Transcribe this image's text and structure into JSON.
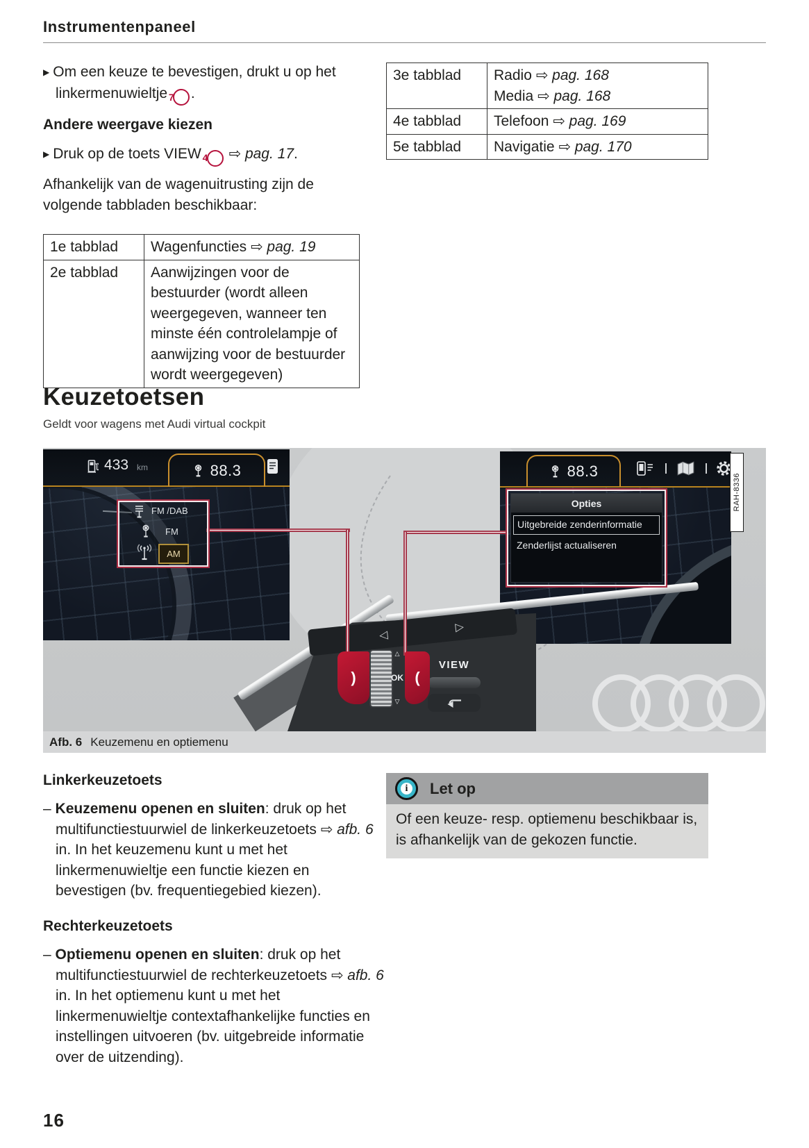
{
  "page": {
    "header_title": "Instrumentenpaneel",
    "page_number": "16"
  },
  "markers": {
    "bullet": "▶",
    "dash": "–"
  },
  "content": {
    "bullet1": {
      "pre": "Om een keuze te bevestigen, drukt u op het linkermenuwieltje ",
      "ref": "7",
      "post": "."
    },
    "heading_view": "Andere weergave kiezen",
    "bullet2": {
      "pre": "Druk op de toets VIEW ",
      "ref": "4",
      "link": "⇨ pag. 17",
      "post": "."
    },
    "para": "Afhankelijk van de wagenuitrusting zijn de volgende tabbladen beschikbaar:",
    "table_left": {
      "rows": [
        {
          "label": "1e tabblad",
          "text": "Wagenfuncties ",
          "link": "⇨ pag. 19"
        },
        {
          "label": "2e tabblad",
          "text": "Aanwijzingen voor de bestuurder (wordt alleen weergegeven, wanneer ten minste één controlelampje of aanwijzing voor de bestuurder wordt weergegeven)"
        }
      ]
    },
    "table_right": {
      "rows": [
        {
          "label": "3e tabblad",
          "lines": [
            {
              "text": "Radio ",
              "link": "⇨ pag. 168"
            },
            {
              "text": "Media ",
              "link": "⇨ pag. 168"
            }
          ]
        },
        {
          "label": "4e tabblad",
          "lines": [
            {
              "text": "Telefoon ",
              "link": "⇨ pag. 169"
            }
          ]
        },
        {
          "label": "5e tabblad",
          "lines": [
            {
              "text": "Navigatie ",
              "link": "⇨ pag. 170"
            }
          ]
        }
      ]
    },
    "section": {
      "title": "Keuzetoetsen",
      "subtitle": "Geldt voor wagens met Audi virtual cockpit"
    },
    "linker": {
      "title": "Linkerkeuzetoets",
      "bold": "Keuzemenu openen en sluiten",
      "text1": ": druk op het multifunctiestuurwiel de linkerkeuzetoets ",
      "link": "⇨ afb. 6",
      "text2": " in. In het keuzemenu kunt u met het linkermenuwieltje een functie kiezen en bevestigen (bv. frequentiegebied kiezen)."
    },
    "rechter": {
      "title": "Rechterkeuzetoets",
      "bold": "Optiemenu openen en sluiten",
      "text1": ": druk op het multifunctiestuurwiel de rechterkeuzetoets ",
      "link": "⇨ afb. 6",
      "text2": " in. In het optiemenu kunt u met het linkermenuwieltje contextafhankelijke functies en instellingen uitvoeren (bv. uitgebreide informatie over de uitzending)."
    },
    "note": {
      "title": "Let op",
      "icon_char": "i",
      "body": "Of een keuze- resp. optiemenu beschikbaar is, is afhankelijk van de gekozen functie."
    }
  },
  "figure": {
    "caption_label": "Afb. 6",
    "caption_text": "Keuzemenu en optiemenu",
    "image_id": "RAH-8336",
    "left_screen": {
      "range": "433",
      "range_unit": "km",
      "tab_value": "88.3",
      "menu": {
        "item1": "FM /DAB",
        "item2": "FM",
        "item3": "AM"
      }
    },
    "right_screen": {
      "tab_value": "88.3",
      "menu_title": "Opties",
      "item1": "Uitgebreide zenderinformatie",
      "item2": "Zenderlijst actualiseren"
    },
    "wheel": {
      "left_arrow": "◁",
      "right_arrow": "▷",
      "left_mark": ")",
      "right_mark": "(",
      "up": "△",
      "ok": "OK",
      "down": "▽",
      "view": "VIEW"
    }
  },
  "colors": {
    "accent_red": "#b5123c",
    "tab_orange": "#c98f2d",
    "note_header": "#a1a2a3",
    "note_body": "#dadad9"
  }
}
